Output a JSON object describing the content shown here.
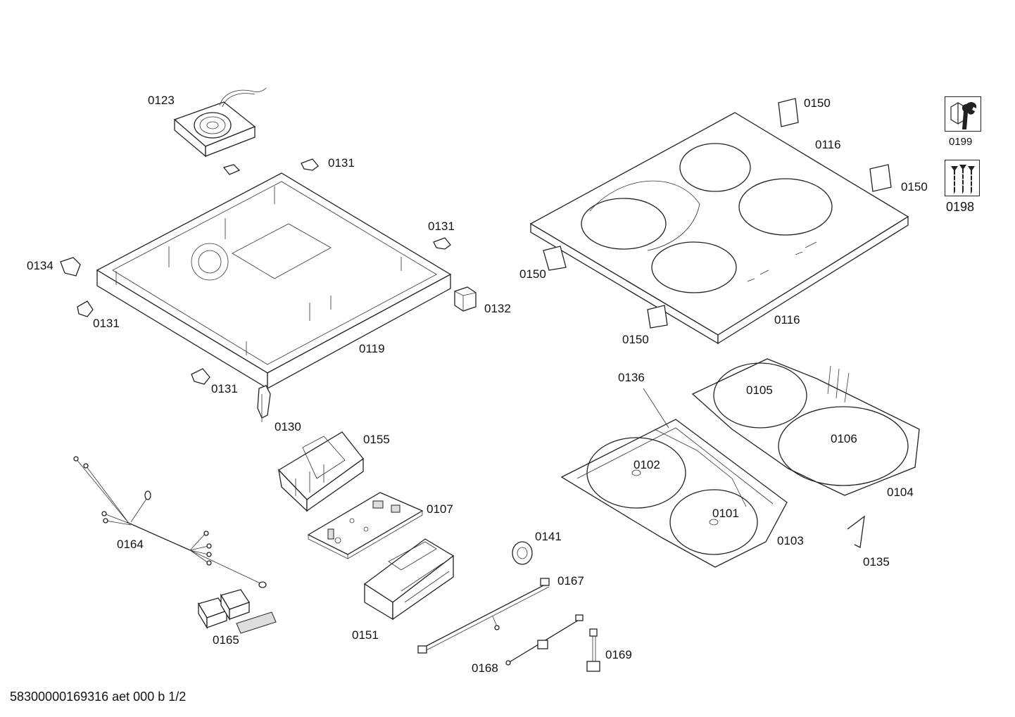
{
  "document_code": "58300000169316 aet 000 b 1/2",
  "labels": {
    "p0123": "0123",
    "p0131a": "0131",
    "p0131b": "0131",
    "p0131c": "0131",
    "p0131d": "0131",
    "p0134": "0134",
    "p0132": "0132",
    "p0119": "0119",
    "p0130": "0130",
    "p0155": "0155",
    "p0107": "0107",
    "p0164": "0164",
    "p0165": "0165",
    "p0151": "0151",
    "p0141": "0141",
    "p0167": "0167",
    "p0168": "0168",
    "p0169": "0169",
    "p0150a": "0150",
    "p0150b": "0150",
    "p0150c": "0150",
    "p0150d": "0150",
    "p0116a": "0116",
    "p0116b": "0116",
    "p0199": "0199",
    "p0198": "0198",
    "p0136": "0136",
    "p0105": "0105",
    "p0106": "0106",
    "p0102": "0102",
    "p0101": "0101",
    "p0104": "0104",
    "p0103": "0103",
    "p0135": "0135"
  },
  "icons": {
    "service_icon": "wrench-icon",
    "screws_icon": "screws-icon"
  }
}
